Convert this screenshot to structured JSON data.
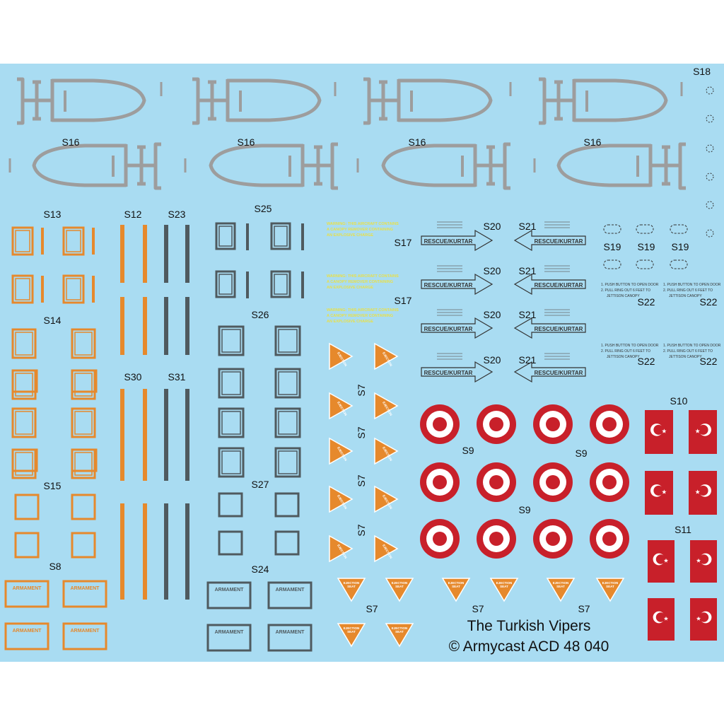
{
  "sheet": {
    "title": "The Turkish Vipers",
    "copyright": "© Armycast ACD 48 040"
  },
  "labels": {
    "s7": "S7",
    "s8": "S8",
    "s9": "S9",
    "s10": "S10",
    "s11": "S11",
    "s12": "S12",
    "s13": "S13",
    "s14": "S14",
    "s15": "S15",
    "s16": "S16",
    "s17": "S17",
    "s18": "S18",
    "s19": "S19",
    "s20": "S20",
    "s21": "S21",
    "s22": "S22",
    "s23": "S23",
    "s24": "S24",
    "s25": "S25",
    "s26": "S26",
    "s27": "S27",
    "s30": "S30",
    "s31": "S31"
  },
  "texts": {
    "armament": "ARMAMENT",
    "rescue": "RESCUE/KURTAR",
    "ejection_a": "EJECTION",
    "ejection_b": "SEAT",
    "canopy_1": "1. PUSH BUTTON TO OPEN DOOR",
    "canopy_2": "2. PULL RING OUT 6 FEET TO",
    "canopy_3": "JETTISON CANOPY",
    "warning_1": "WARNING: THIS AIRCRAFT CONTAINS",
    "warning_2": "A CANOPY REMOVER CONTAINING",
    "warning_3": "AN EXPLOSIVE CHARGE"
  },
  "colors": {
    "sheet_blue": "#a9dcf2",
    "grey": "#9d9d9d",
    "orange": "#e6892c",
    "dark_grey": "#4f5a5f",
    "turkish_red": "#c8202a",
    "yellow": "#e8e04a",
    "white": "#ffffff"
  }
}
